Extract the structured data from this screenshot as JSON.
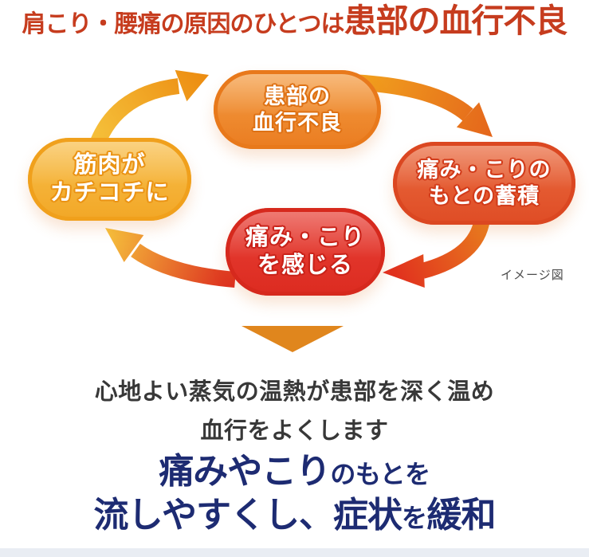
{
  "title": {
    "prefix": "肩こり・腰痛の原因のひとつは",
    "emphasis": "患部の血行不良",
    "color": "#c63c1e"
  },
  "cycle": {
    "caption": "イメージ図",
    "caption_color": "#4c4c4c",
    "nodes": {
      "top": {
        "line1": "患部の",
        "line2": "血行不良",
        "c1": "#f49e45",
        "c2": "#ea7c20",
        "ring": "#e8791b",
        "stroke": "#de7114"
      },
      "right": {
        "line1": "痛み・こりの",
        "line2": "もとの蓄積",
        "c1": "#ea6c40",
        "c2": "#df4c25",
        "ring": "#db4721",
        "stroke": "#d23c1b"
      },
      "bottom": {
        "line1": "痛み・こり",
        "line2": "を感じる",
        "c1": "#e84137",
        "c2": "#dc2b20",
        "ring": "#d6291d",
        "stroke": "#c92219"
      },
      "left": {
        "line1": "筋肉が",
        "line2": "カチコチに",
        "c1": "#f8c04e",
        "c2": "#f2a726",
        "ring": "#f0a01c",
        "stroke": "#ea9314"
      }
    },
    "arrows": {
      "left_to_top": {
        "from": "#f6c43d",
        "to": "#ec8b10"
      },
      "top_to_right": {
        "from": "#f2a41e",
        "to": "#e4651b"
      },
      "right_to_bottom": {
        "from": "#e87a1e",
        "to": "#e02a1e"
      },
      "bottom_to_left": {
        "from": "#dc2b1e",
        "to": "#f6c43d"
      }
    }
  },
  "transition_arrow": {
    "color": "#e0861d"
  },
  "body": {
    "line1": "心地よい蒸気の温熱が患部を深く温め",
    "line2": "血行をよくします",
    "color": "#383838"
  },
  "headline": {
    "color": "#1d2b72",
    "line1": {
      "big": "痛みやこり",
      "small": "のもとを"
    },
    "line2": {
      "big1": "流しやすくし、症状",
      "small": "を",
      "big2": "緩和"
    }
  },
  "footer_band_color": "#e9edf3"
}
